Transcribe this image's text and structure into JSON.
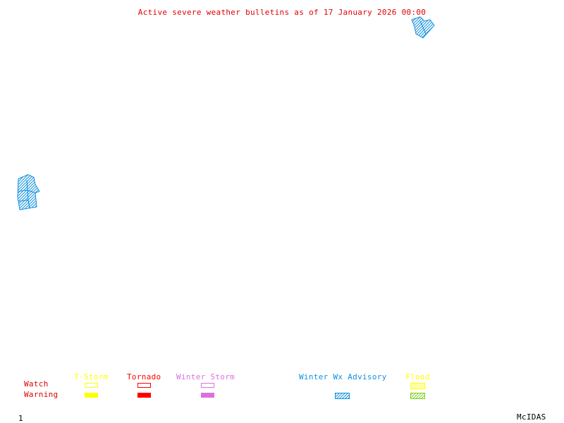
{
  "title": "Active severe weather bulletins as of 17 January 2026 00:00",
  "legend": {
    "row_labels": {
      "watch": "Watch",
      "warning": "Warning"
    },
    "categories": [
      {
        "key": "tstorm",
        "label": "T-Storm",
        "color": "#ffff00",
        "watch": "outline",
        "warning": "solid"
      },
      {
        "key": "tornado",
        "label": "Tornado",
        "color": "#ff0000",
        "watch": "outline",
        "warning": "solid"
      },
      {
        "key": "winter_storm",
        "label": "Winter Storm",
        "color": "#dd70dd",
        "watch": "outline",
        "warning": "solid"
      },
      {
        "key": "winter_wx_advisory",
        "label": "Winter Wx Advisory",
        "color": "#1090e0",
        "watch": "none",
        "warning": "hatched"
      },
      {
        "key": "flood",
        "label": "Flood",
        "color": "#ffff00",
        "warning_color": "#80d020",
        "watch": "hatched",
        "warning": "hatched"
      }
    ],
    "label_color": "#e00000"
  },
  "alerts": [
    {
      "type": "Winter Wx Advisory",
      "region": "top-right"
    },
    {
      "type": "Winter Wx Advisory",
      "region": "left-edge"
    }
  ],
  "footer": {
    "frame_number": "1",
    "brand": "McIDAS"
  }
}
